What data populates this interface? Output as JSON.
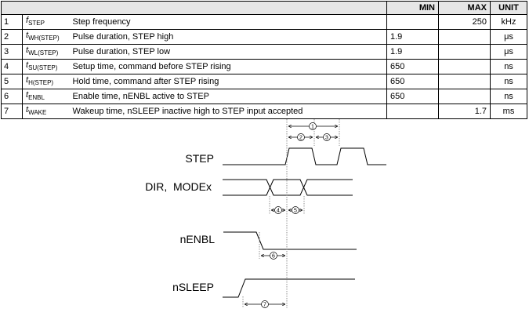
{
  "table": {
    "headers": {
      "min": "MIN",
      "max": "MAX",
      "unit": "UNIT"
    },
    "rows": [
      {
        "num": "1",
        "sym_main": "f",
        "sym_sub": "STEP",
        "desc": "Step frequency",
        "min": "",
        "max": "250",
        "unit": "kHz"
      },
      {
        "num": "2",
        "sym_main": "t",
        "sym_sub": "WH(STEP)",
        "desc": "Pulse duration, STEP high",
        "min": "1.9",
        "max": "",
        "unit": "μs"
      },
      {
        "num": "3",
        "sym_main": "t",
        "sym_sub": "WL(STEP)",
        "desc": "Pulse duration, STEP low",
        "min": "1.9",
        "max": "",
        "unit": "μs"
      },
      {
        "num": "4",
        "sym_main": "t",
        "sym_sub": "SU(STEP)",
        "desc": "Setup time, command before STEP rising",
        "min": "650",
        "max": "",
        "unit": "ns"
      },
      {
        "num": "5",
        "sym_main": "t",
        "sym_sub": "H(STEP)",
        "desc": "Hold time, command after STEP rising",
        "min": "650",
        "max": "",
        "unit": "ns"
      },
      {
        "num": "6",
        "sym_main": "t",
        "sym_sub": "ENBL",
        "desc": "Enable time, nENBL active to STEP",
        "min": "650",
        "max": "",
        "unit": "ns"
      },
      {
        "num": "7",
        "sym_main": "t",
        "sym_sub": "WAKE",
        "desc": "Wakeup time, nSLEEP inactive high to STEP input accepted",
        "min": "",
        "max": "1.7",
        "unit": "ms"
      }
    ]
  },
  "diagram": {
    "signals": {
      "step": "STEP",
      "dir": "DIR,  MODEx",
      "nenbl": "nENBL",
      "nsleep": "nSLEEP"
    },
    "markers": [
      "1",
      "2",
      "3",
      "4",
      "5",
      "6",
      "7"
    ]
  }
}
